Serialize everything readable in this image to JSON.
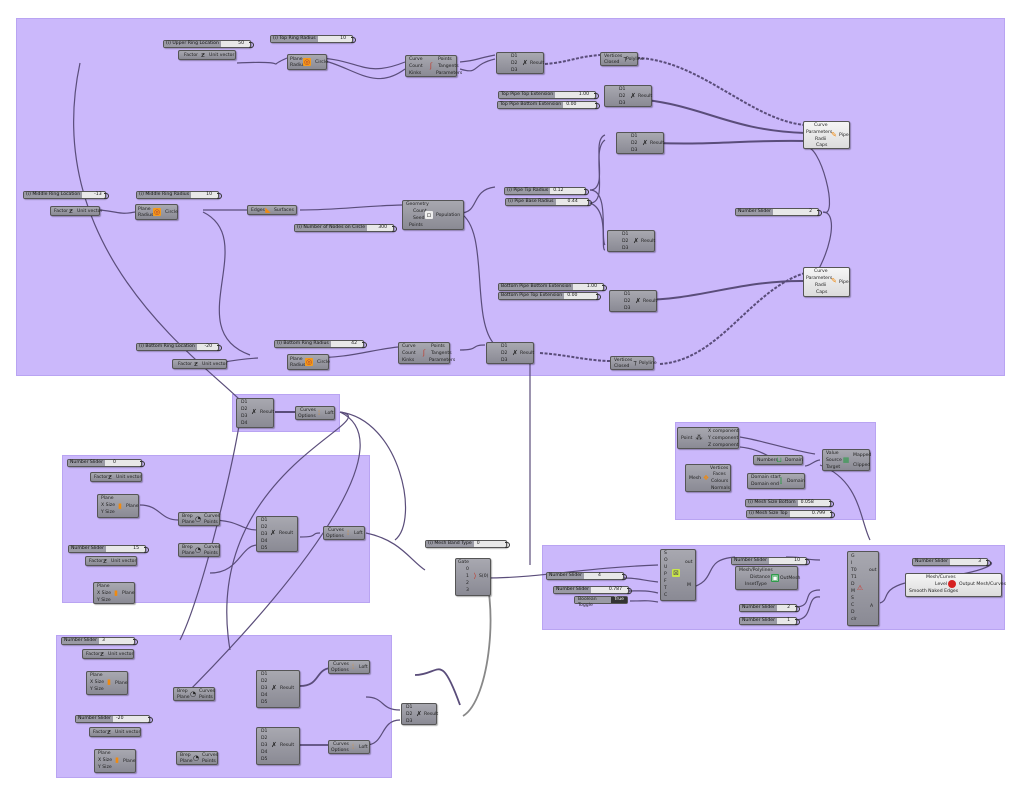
{
  "sliders": {
    "upper_ring_location": {
      "label": "(i) Upper Ring Location",
      "value": "50"
    },
    "top_ring_radius": {
      "label": "(i) Top Ring Radius",
      "value": "10"
    },
    "middle_ring_location": {
      "label": "(i) Middle Ring Location",
      "value": "-13"
    },
    "middle_ring_radius": {
      "label": "(i) Middle Ring Radius",
      "value": "10"
    },
    "number_of_nodes": {
      "label": "(i) Number of Nodes on Circle",
      "value": "300"
    },
    "top_pipe_top_ext": {
      "label": "Top Pipe Top Extension",
      "value": "1.00"
    },
    "top_pipe_bottom_ext": {
      "label": "Top Pipe Bottom Extension",
      "value": "0.00"
    },
    "pipe_tip_radius": {
      "label": "(i) Pipe Tip Radius",
      "value": "0.12"
    },
    "pipe_base_radius": {
      "label": "(i) Pipe Base Radius",
      "value": "0.44"
    },
    "number_slider_caps1": {
      "label": "Number Slider",
      "value": "2"
    },
    "bottom_pipe_bottom_ext": {
      "label": "Bottom Pipe Bottom Extension",
      "value": "1.00"
    },
    "bottom_pipe_top_ext": {
      "label": "Bottom Pipe Top Extension",
      "value": "0.00"
    },
    "bottom_ring_location": {
      "label": "(i) Bottom Ring Location",
      "value": "-20"
    },
    "bottom_ring_radius": {
      "label": "(i) Bottom Ring Radius",
      "value": "42"
    },
    "ns_g2a": {
      "label": "Number Slider",
      "value": "0"
    },
    "ns_g2b": {
      "label": "Number Slider",
      "value": "15"
    },
    "mesh_band_type": {
      "label": "(i) Mesh Band Type",
      "value": "0"
    },
    "ns_g3a": {
      "label": "Number Slider",
      "value": "4"
    },
    "ns_g3b": {
      "label": "Number Slider",
      "value": "0.787"
    },
    "mesh_size_bottom": {
      "label": "(i) Mesh Size Bottom",
      "value": "0.058"
    },
    "mesh_size_top": {
      "label": "(i) Mesh Size Top",
      "value": "0.799"
    },
    "ns_offset": {
      "label": "Number Slider",
      "value": "10"
    },
    "ns_wb1": {
      "label": "Number Slider",
      "value": "2"
    },
    "ns_wb2": {
      "label": "Number Slider",
      "value": "1"
    },
    "ns_level": {
      "label": "Number Slider",
      "value": "3"
    },
    "ns_g4a": {
      "label": "Number Slider",
      "value": "3"
    },
    "ns_g4b": {
      "label": "Number Slider",
      "value": "-20"
    }
  },
  "toggle": {
    "label": "Boolean Toggle",
    "value": "True"
  },
  "nodes": {
    "unit_vector": {
      "in": "Factor",
      "out": "Unit vector"
    },
    "circle": {
      "in1": "Plane",
      "in2": "Radius",
      "out": "Circle"
    },
    "divide": {
      "in1": "Curve",
      "in2": "Count",
      "in3": "Kinks",
      "out1": "Points",
      "out2": "Tangents",
      "out3": "Parameters"
    },
    "merge": {
      "d1": "D1",
      "d2": "D2",
      "d3": "D3",
      "d4": "D4",
      "d5": "D5",
      "out": "Result"
    },
    "polyline": {
      "in1": "Vertices",
      "in2": "Closed",
      "out": "Polyline"
    },
    "pipe": {
      "in1": "Curve",
      "in2": "Parameters",
      "in3": "Radii",
      "in4": "Caps",
      "out": "Pipe"
    },
    "surface": {
      "in": "Edges",
      "out": "Surfaces"
    },
    "populate": {
      "in1": "Geometry",
      "in2": "Count",
      "in3": "Seed",
      "in4": "Points",
      "out": "Population"
    },
    "loft": {
      "in1": "Curves",
      "in2": "Options",
      "out": "Loft"
    },
    "plane": {
      "in1": "Plane",
      "in2": "X Size",
      "in3": "Y Size",
      "out": "Plane"
    },
    "brep_plane": {
      "in1": "Brep",
      "in2": "Plane",
      "out1": "Curves",
      "out2": "Points"
    },
    "gate": {
      "in": "Gate",
      "p0": "0",
      "p1": "1",
      "p2": "2",
      "p3": "3",
      "out": "S(0)"
    },
    "cocoon": {
      "pins": [
        "S",
        "O",
        "U",
        "P",
        "F",
        "T",
        "C"
      ],
      "out1": "out",
      "out2": "M"
    },
    "deconstruct": {
      "in": "Point",
      "out1": "X component",
      "out2": "Y component",
      "out3": "Z component"
    },
    "mesh_decon": {
      "in": "Mesh",
      "out1": "Vertices",
      "out2": "Faces",
      "out3": "Colours",
      "out4": "Normals"
    },
    "bounds": {
      "in": "Numbers",
      "out": "Domain"
    },
    "construct_domain": {
      "in1": "Domain start",
      "in2": "Domain end",
      "out": "Domain"
    },
    "remap": {
      "in1": "Value",
      "in2": "Source",
      "in3": "Target",
      "out1": "Mapped",
      "out2": "Clipped"
    },
    "offset_mesh": {
      "in1": "Mesh/Polylines",
      "in2": "Distance",
      "in3": "InsetType",
      "out": "OutMesh"
    },
    "weaverbird": {
      "pins": [
        "G",
        "I",
        "T0",
        "T1",
        "D",
        "M",
        "S",
        "C",
        "D",
        "clr"
      ],
      "out1": "out",
      "out2": "A"
    },
    "output_mesh": {
      "in1": "Mesh/Curves",
      "in2": "Level",
      "in3": "Smooth Naked Edges",
      "out": "Output Mesh/Curves"
    }
  },
  "colors": {
    "canvas_group": "#cbb8fb",
    "node": "#9a9aa4",
    "wire": "#5a4d7a"
  }
}
